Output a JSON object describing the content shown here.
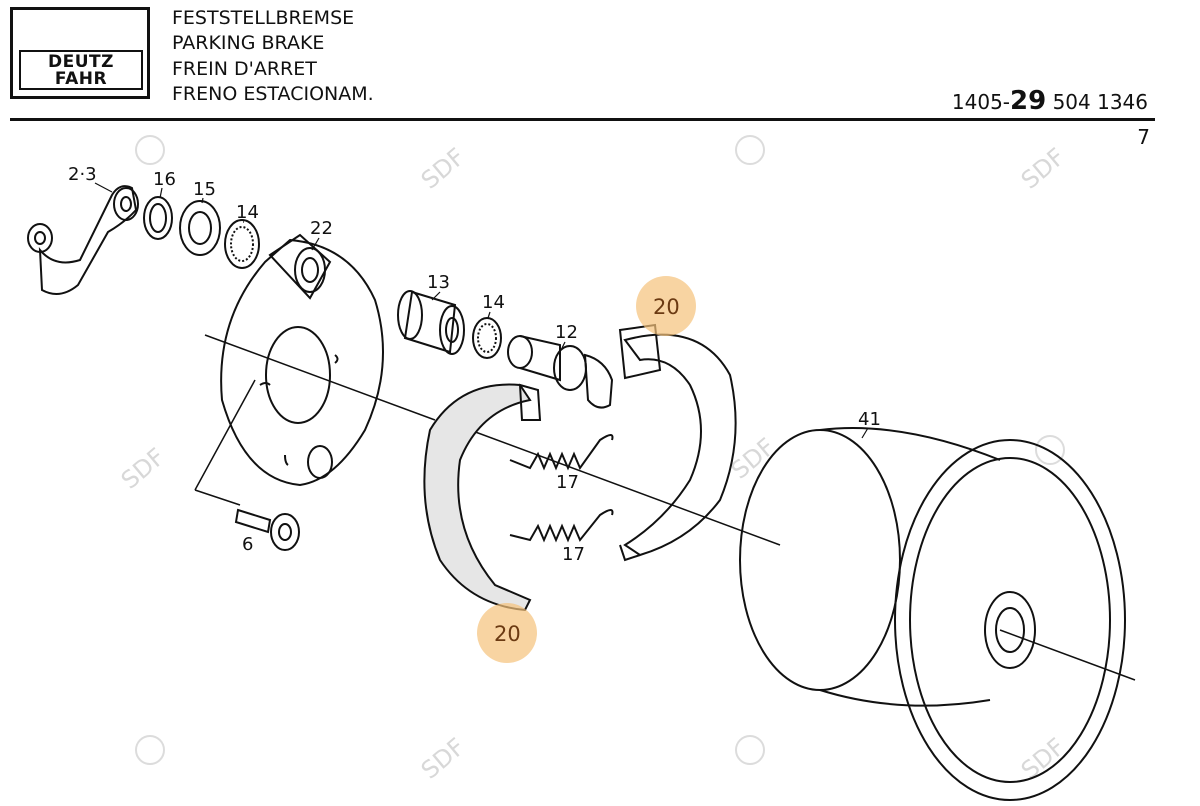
{
  "header": {
    "logo": {
      "line1": "DEUTZ",
      "line2": "FAHR"
    },
    "titles": [
      "FESTSTELLBREMSE",
      "PARKING BRAKE",
      "FREIN D'ARRET",
      "FRENO ESTACIONAM."
    ],
    "part_number": {
      "prefix": "1405-",
      "group": "29",
      "suffix": "504 1346"
    },
    "page": "7"
  },
  "callouts": {
    "c23": "2·3",
    "c16": "16",
    "c15": "15",
    "c14a": "14",
    "c22": "22",
    "c13": "13",
    "c14b": "14",
    "c12": "12",
    "c20_top": "20",
    "c20_bottom": "20",
    "c17a": "17",
    "c17b": "17",
    "c41": "41",
    "c6": "6"
  },
  "watermark": "SDF",
  "colors": {
    "highlight": "#f5c27a",
    "line": "#111111"
  }
}
